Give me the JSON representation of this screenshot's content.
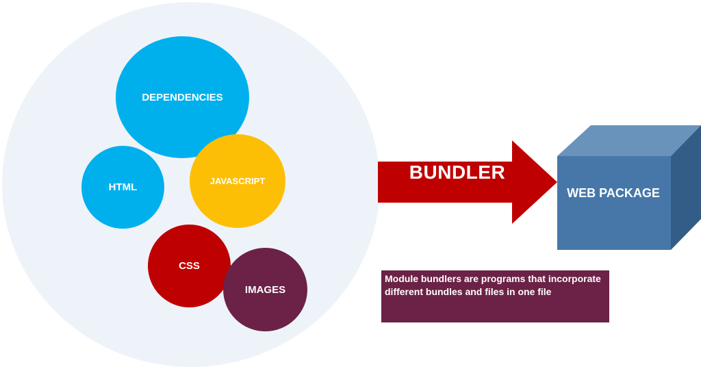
{
  "diagram": {
    "bubbles": {
      "dependencies": "DEPENDENCIES",
      "html": "HTML",
      "javascript": "JAVASCRIPT",
      "css": "CSS",
      "images": "IMAGES"
    },
    "arrow_label": "BUNDLER",
    "package_label": "WEB PACKAGE",
    "note": "Module bundlers are programs that incorporate different bundles and files in one file"
  },
  "colors": {
    "background_circle": "#eef3f9",
    "blue_bubble": "#00b0ed",
    "yellow_bubble": "#fdbf05",
    "red": "#bf0000",
    "maroon": "#6b2246",
    "cube_front": "#4677a8",
    "cube_top": "#6a93bb",
    "cube_side": "#335d86"
  },
  "icons": {
    "arrow": "right-arrow-icon",
    "cube": "cube-icon"
  }
}
